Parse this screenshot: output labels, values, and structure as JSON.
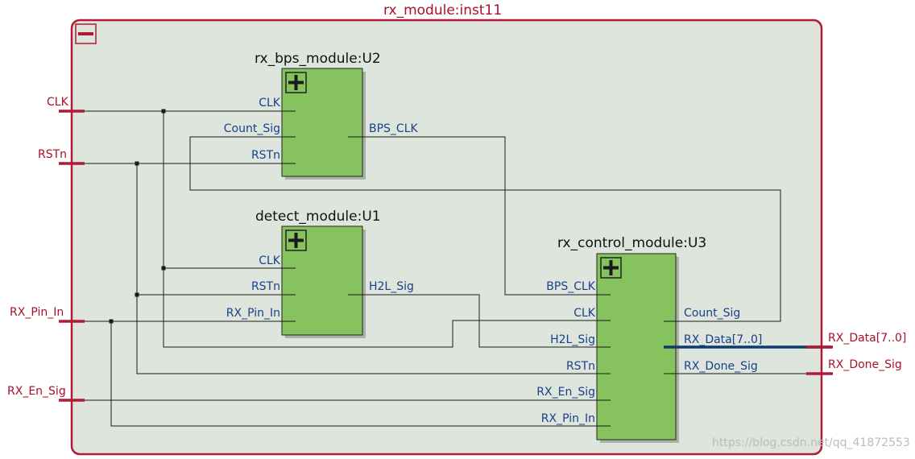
{
  "top": {
    "title": "rx_module:inst11"
  },
  "ports_in": [
    "CLK",
    "RSTn",
    "RX_Pin_In",
    "RX_En_Sig"
  ],
  "ports_out": [
    "RX_Data[7..0]",
    "RX_Done_Sig"
  ],
  "u2": {
    "title": "rx_bps_module:U2",
    "in": [
      "CLK",
      "Count_Sig",
      "RSTn"
    ],
    "out": [
      "BPS_CLK"
    ]
  },
  "u1": {
    "title": "detect_module:U1",
    "in": [
      "CLK",
      "RSTn",
      "RX_Pin_In"
    ],
    "out": [
      "H2L_Sig"
    ]
  },
  "u3": {
    "title": "rx_control_module:U3",
    "in": [
      "BPS_CLK",
      "CLK",
      "H2L_Sig",
      "RSTn",
      "RX_En_Sig",
      "RX_Pin_In"
    ],
    "out": [
      "Count_Sig",
      "RX_Data[7..0]",
      "RX_Done_Sig"
    ]
  },
  "watermark": "https://blog.csdn.net/qq_41872553",
  "colors": {
    "frame": "#b01a33",
    "fill": "#dde5dc",
    "block": "#86c25e",
    "wire": "#1a1a1a",
    "bus": "#0c3b6e",
    "pin": "#1a3f8c"
  }
}
